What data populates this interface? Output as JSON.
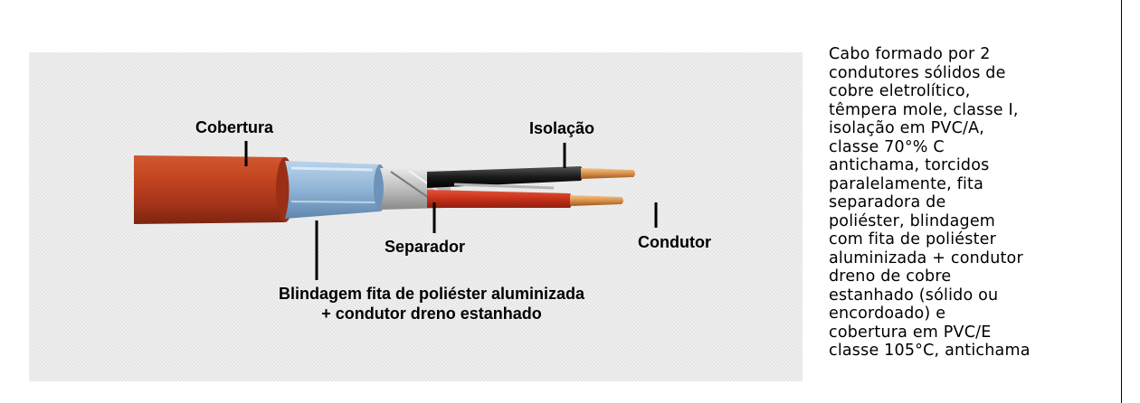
{
  "diagram": {
    "labels": {
      "cobertura": "Cobertura",
      "isolacao": "Isolação",
      "separador": "Separador",
      "condutor": "Condutor",
      "blindagem_line1": "Blindagem fita de poliéster aluminizada",
      "blindagem_line2": "+ condutor dreno estanhado"
    },
    "colors": {
      "jacket": "#b83a1c",
      "jacket_dark": "#7d2410",
      "shield": "#8fb4d6",
      "separator": "#c8c8c8",
      "insulation_red": "#c8301a",
      "insulation_black": "#1a1a1a",
      "copper": "#d9904a"
    }
  },
  "description": {
    "text": "Cabo formado por 2\ncondutores sólidos de\ncobre eletrolítico,\ntêmpera mole, classe I,\nisolação em PVC/A,\nclasse 70°% C\nantichama, torcidos\nparalelamente, fita\nseparadora de\npoliéster, blindagem\ncom fita de poliéster\naluminizada + condutor\ndreno de cobre\nestanhado (sólido ou\nencordoado) e\ncobertura em PVC/E\nclasse 105°C, antichama"
  }
}
